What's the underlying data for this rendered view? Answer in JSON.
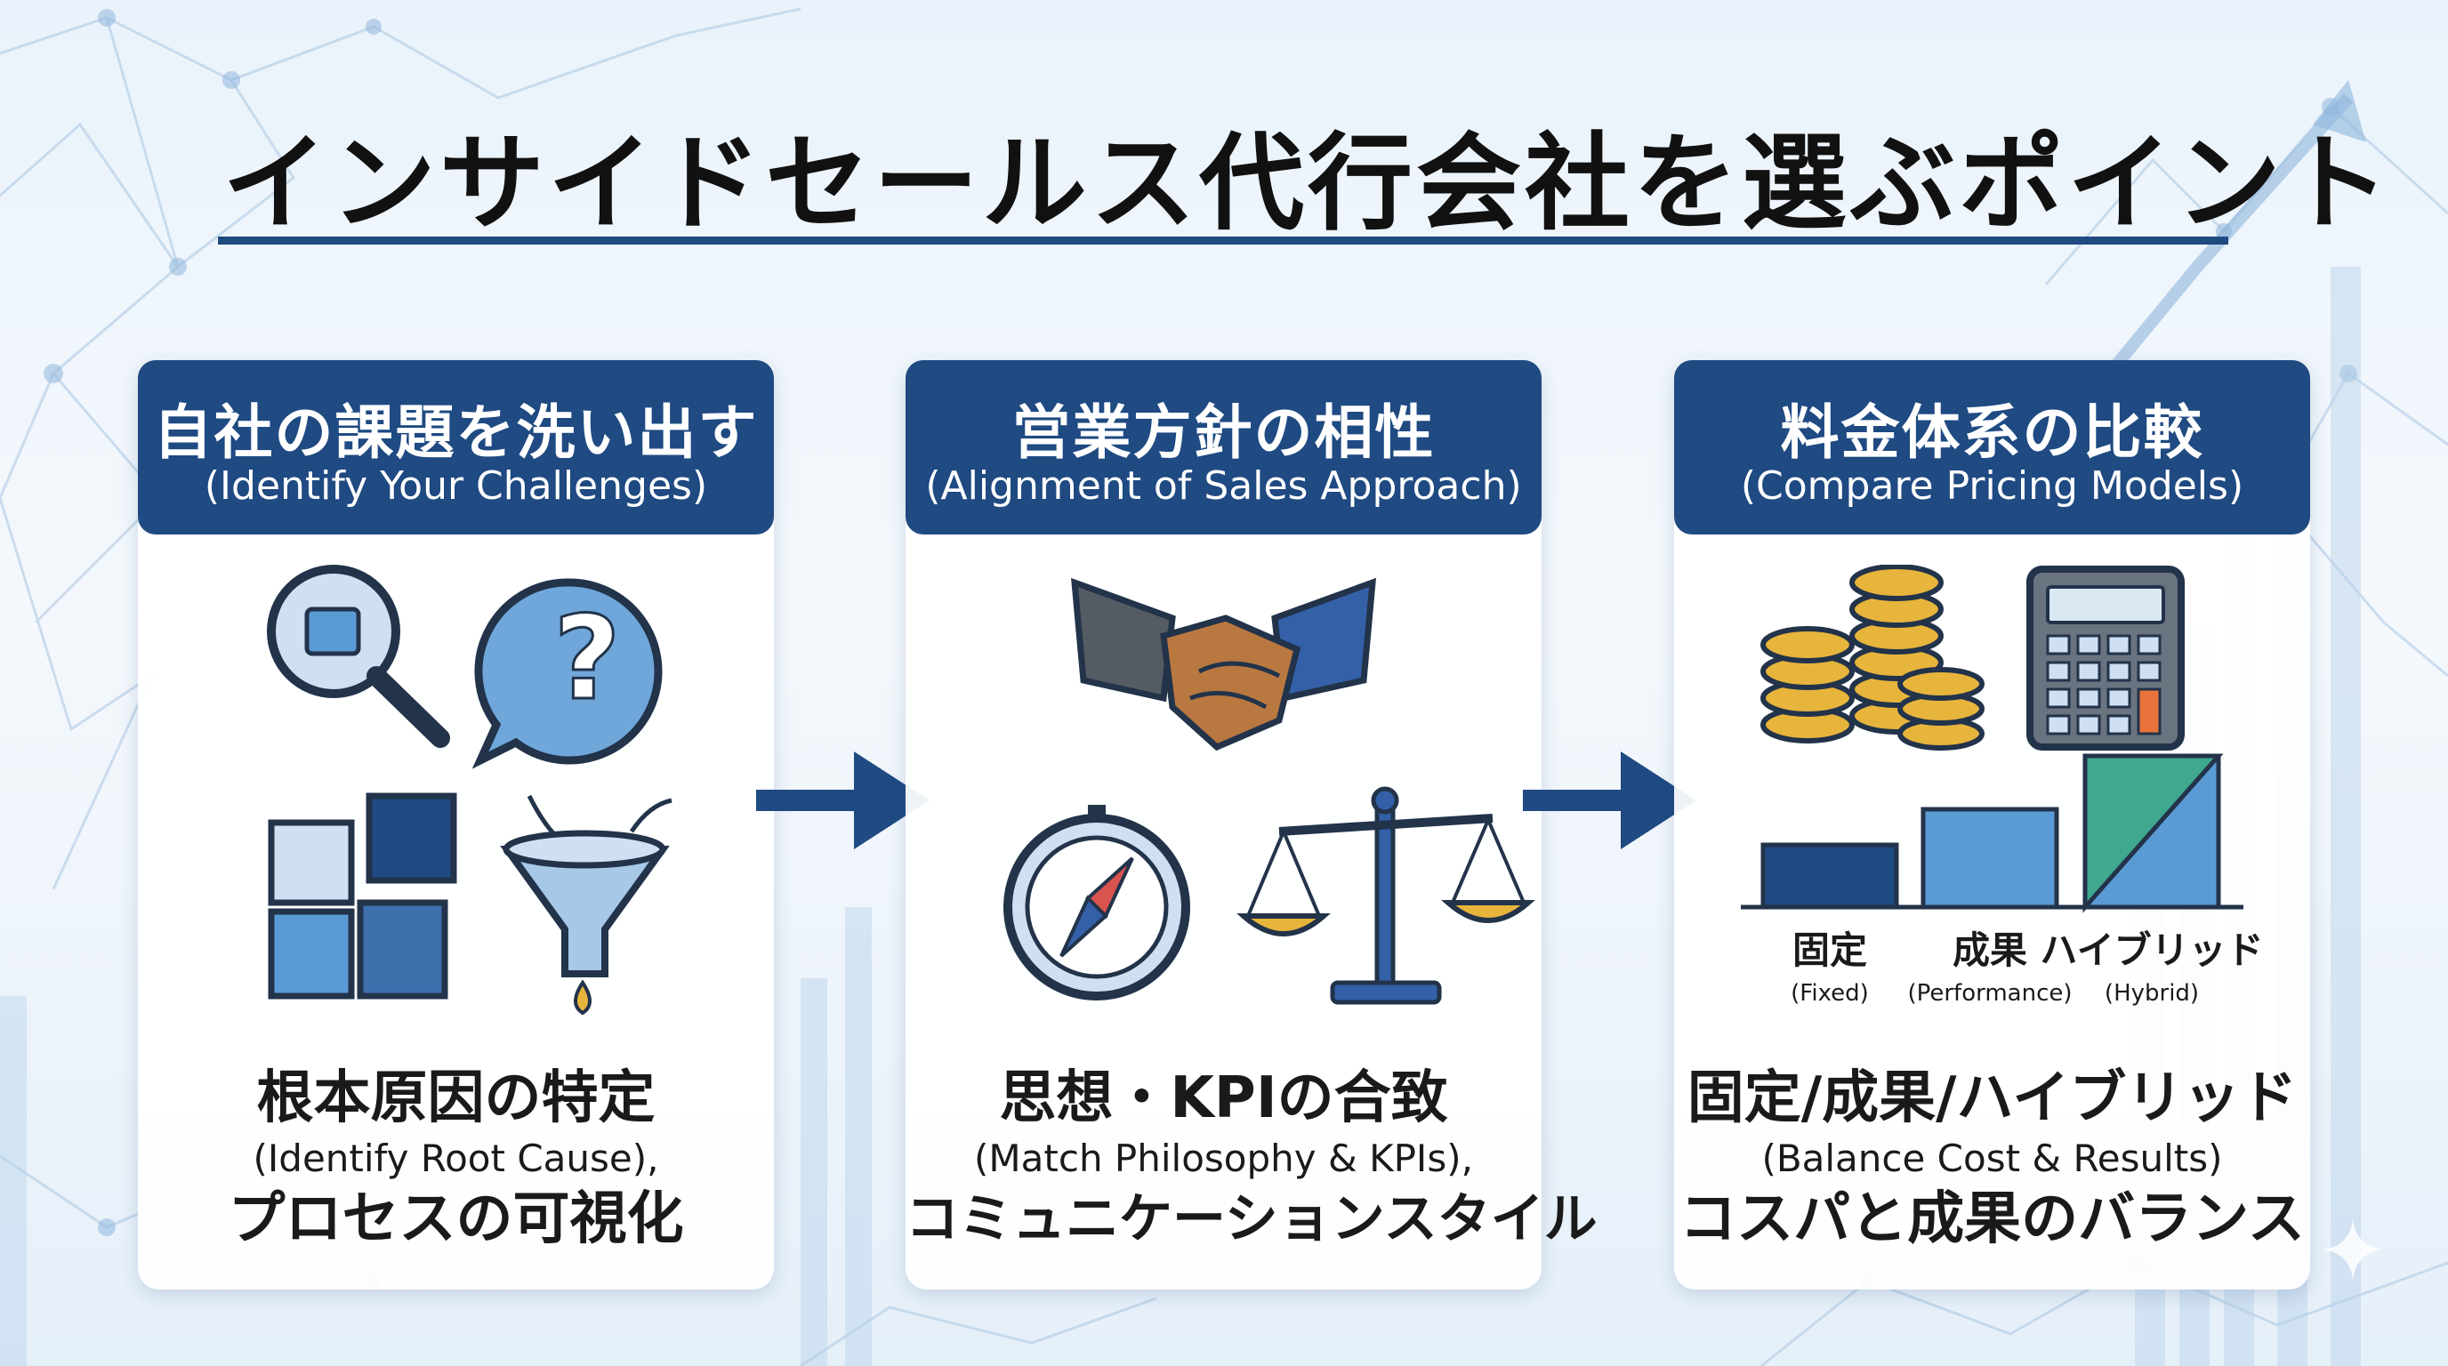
{
  "title": "インサイドセールス代行会社を選ぶポイント",
  "colors": {
    "navy": "#1f4a82",
    "light_blue": "#5b9bd5",
    "pale_blue": "#a8c8e8",
    "gold": "#e7b43c",
    "teal": "#3fa88f"
  },
  "cards": [
    {
      "heading": "自社の課題を洗い出す",
      "heading_en": "(Identify Your Challenges)",
      "icons": [
        "magnifier-puzzle-icon",
        "question-bubble-icon",
        "puzzle-pieces-icon",
        "funnel-icon"
      ],
      "footer_main": "根本原因の特定",
      "footer_en": "(Identify Root Cause),",
      "footer_sub": "プロセスの可視化"
    },
    {
      "heading": "営業方針の相性",
      "heading_en": "(Alignment of Sales Approach)",
      "icons": [
        "handshake-icon",
        "compass-icon",
        "balance-scale-icon"
      ],
      "footer_main": "思想・KPIの合致",
      "footer_en": "(Match Philosophy & KPIs),",
      "footer_sub": "コミュニケーションスタイル"
    },
    {
      "heading": "料金体系の比較",
      "heading_en": "(Compare Pricing Models)",
      "icons": [
        "coins-icon",
        "calculator-icon"
      ],
      "pricing_bars": [
        {
          "label": "固定",
          "sub": "(Fixed)"
        },
        {
          "label": "成果",
          "sub": "(Performance)"
        },
        {
          "label": "ハイブリッド",
          "sub": "(Hybrid)"
        }
      ],
      "footer_main": "固定/成果/ハイブリッド",
      "footer_en": "(Balance Cost & Results)",
      "footer_sub": "コスパと成果のバランス"
    }
  ]
}
